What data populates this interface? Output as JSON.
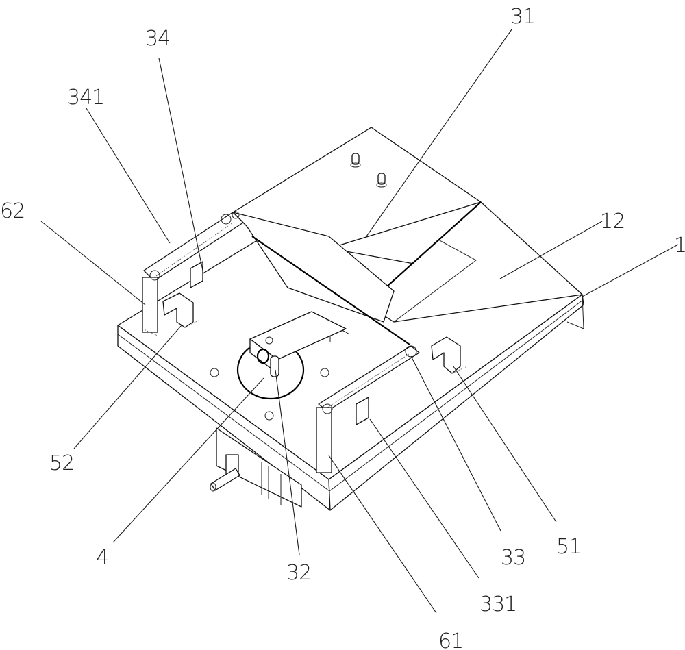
{
  "figure": {
    "type": "patent isometric line drawing",
    "line_color": "#111111",
    "background_color": "#ffffff"
  },
  "callouts": [
    {
      "id": "34",
      "label": "34"
    },
    {
      "id": "341",
      "label": "341"
    },
    {
      "id": "62",
      "label": "62"
    },
    {
      "id": "31",
      "label": "31"
    },
    {
      "id": "12",
      "label": "12"
    },
    {
      "id": "1",
      "label": "1"
    },
    {
      "id": "52",
      "label": "52"
    },
    {
      "id": "4",
      "label": "4"
    },
    {
      "id": "32",
      "label": "32"
    },
    {
      "id": "33",
      "label": "33"
    },
    {
      "id": "51",
      "label": "51"
    },
    {
      "id": "331",
      "label": "331"
    },
    {
      "id": "61",
      "label": "61"
    }
  ]
}
